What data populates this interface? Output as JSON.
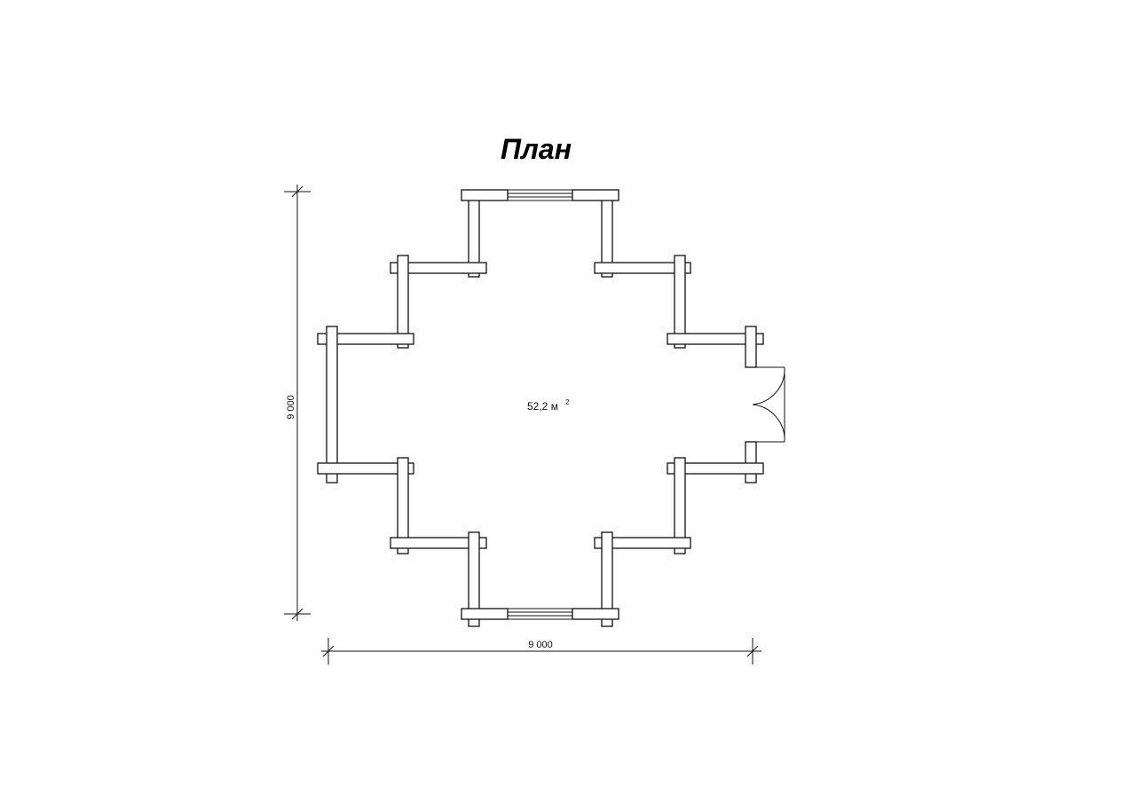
{
  "title": "План",
  "room": {
    "area_value": "52,2 м",
    "area_unit_sup": "2"
  },
  "dimensions": {
    "width": "9 000",
    "height": "9 000"
  }
}
